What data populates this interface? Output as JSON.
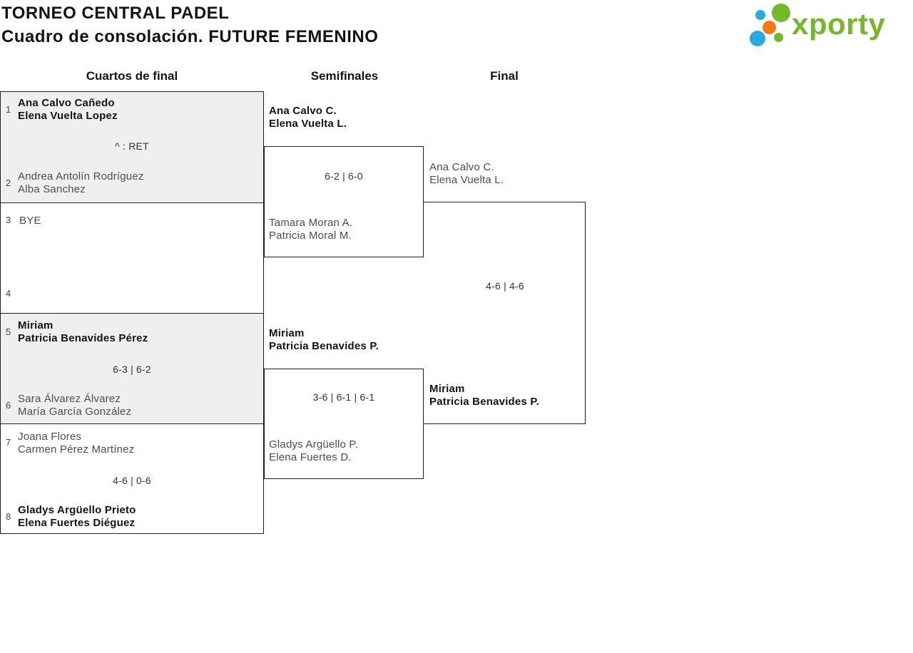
{
  "header": {
    "title_line1": "TORNEO CENTRAL PADEL",
    "title_line2": "Cuadro de consolación. FUTURE FEMENINO",
    "logo": {
      "text": "xporty",
      "brand_green": "#76b82a",
      "brand_blue": "#2aa9e0",
      "brand_orange": "#ee7c16"
    }
  },
  "round_headers": {
    "quarterfinals": "Cuartos de final",
    "semifinals": "Semifinales",
    "final": "Final"
  },
  "matches": {
    "qf1": {
      "seed_top": "1",
      "top_line1": "Ana Calvo Cañedo",
      "top_line2": "Elena Vuelta Lopez",
      "score": "^ : RET",
      "seed_bottom": "2",
      "bottom_line1": "Andrea Antolín Rodríguez",
      "bottom_line2": "Alba Sanchez",
      "winner": "top"
    },
    "qf2": {
      "seed_top": "3",
      "top_line1": "BYE",
      "seed_bottom": "4",
      "winner": ""
    },
    "qf3": {
      "seed_top": "5",
      "top_line1": "Miriam",
      "top_line2": "Patricia Benavides Pérez",
      "score": "6-3 | 6-2",
      "seed_bottom": "6",
      "bottom_line1": "Sara Álvarez Álvarez",
      "bottom_line2": "María García González",
      "winner": "top"
    },
    "qf4": {
      "seed_top": "7",
      "top_line1": "Joana Flores",
      "top_line2": "Carmen Pérez Martínez",
      "score": "4-6 | 0-6",
      "seed_bottom": "8",
      "bottom_line1": "Gladys Argüello Prieto",
      "bottom_line2": "Elena Fuertes Diéguez",
      "winner": "bottom"
    },
    "sf1": {
      "top_line1": "Ana Calvo C.",
      "top_line2": "Elena Vuelta L.",
      "score": "6-2 | 6-0",
      "bottom_line1": "Tamara Moran A.",
      "bottom_line2": "Patricia Moral M.",
      "winner": "top"
    },
    "sf2": {
      "top_line1": "Miriam",
      "top_line2": "Patricia Benavides P.",
      "score": "3-6 | 6-1 | 6-1",
      "bottom_line1": "Gladys Argüello P.",
      "bottom_line2": "Elena Fuertes D.",
      "winner": "top"
    },
    "final": {
      "top_line1": "Ana Calvo C.",
      "top_line2": "Elena Vuelta L.",
      "score": "4-6 | 4-6",
      "bottom_line1": "Miriam",
      "bottom_line2": "Patricia Benavides P.",
      "winner": "bottom"
    }
  },
  "styles": {
    "winner_text": "#141414",
    "loser_text": "#4d4d4d",
    "box_border": "#1f1f1f",
    "shaded_box_fill": "#efefef"
  }
}
